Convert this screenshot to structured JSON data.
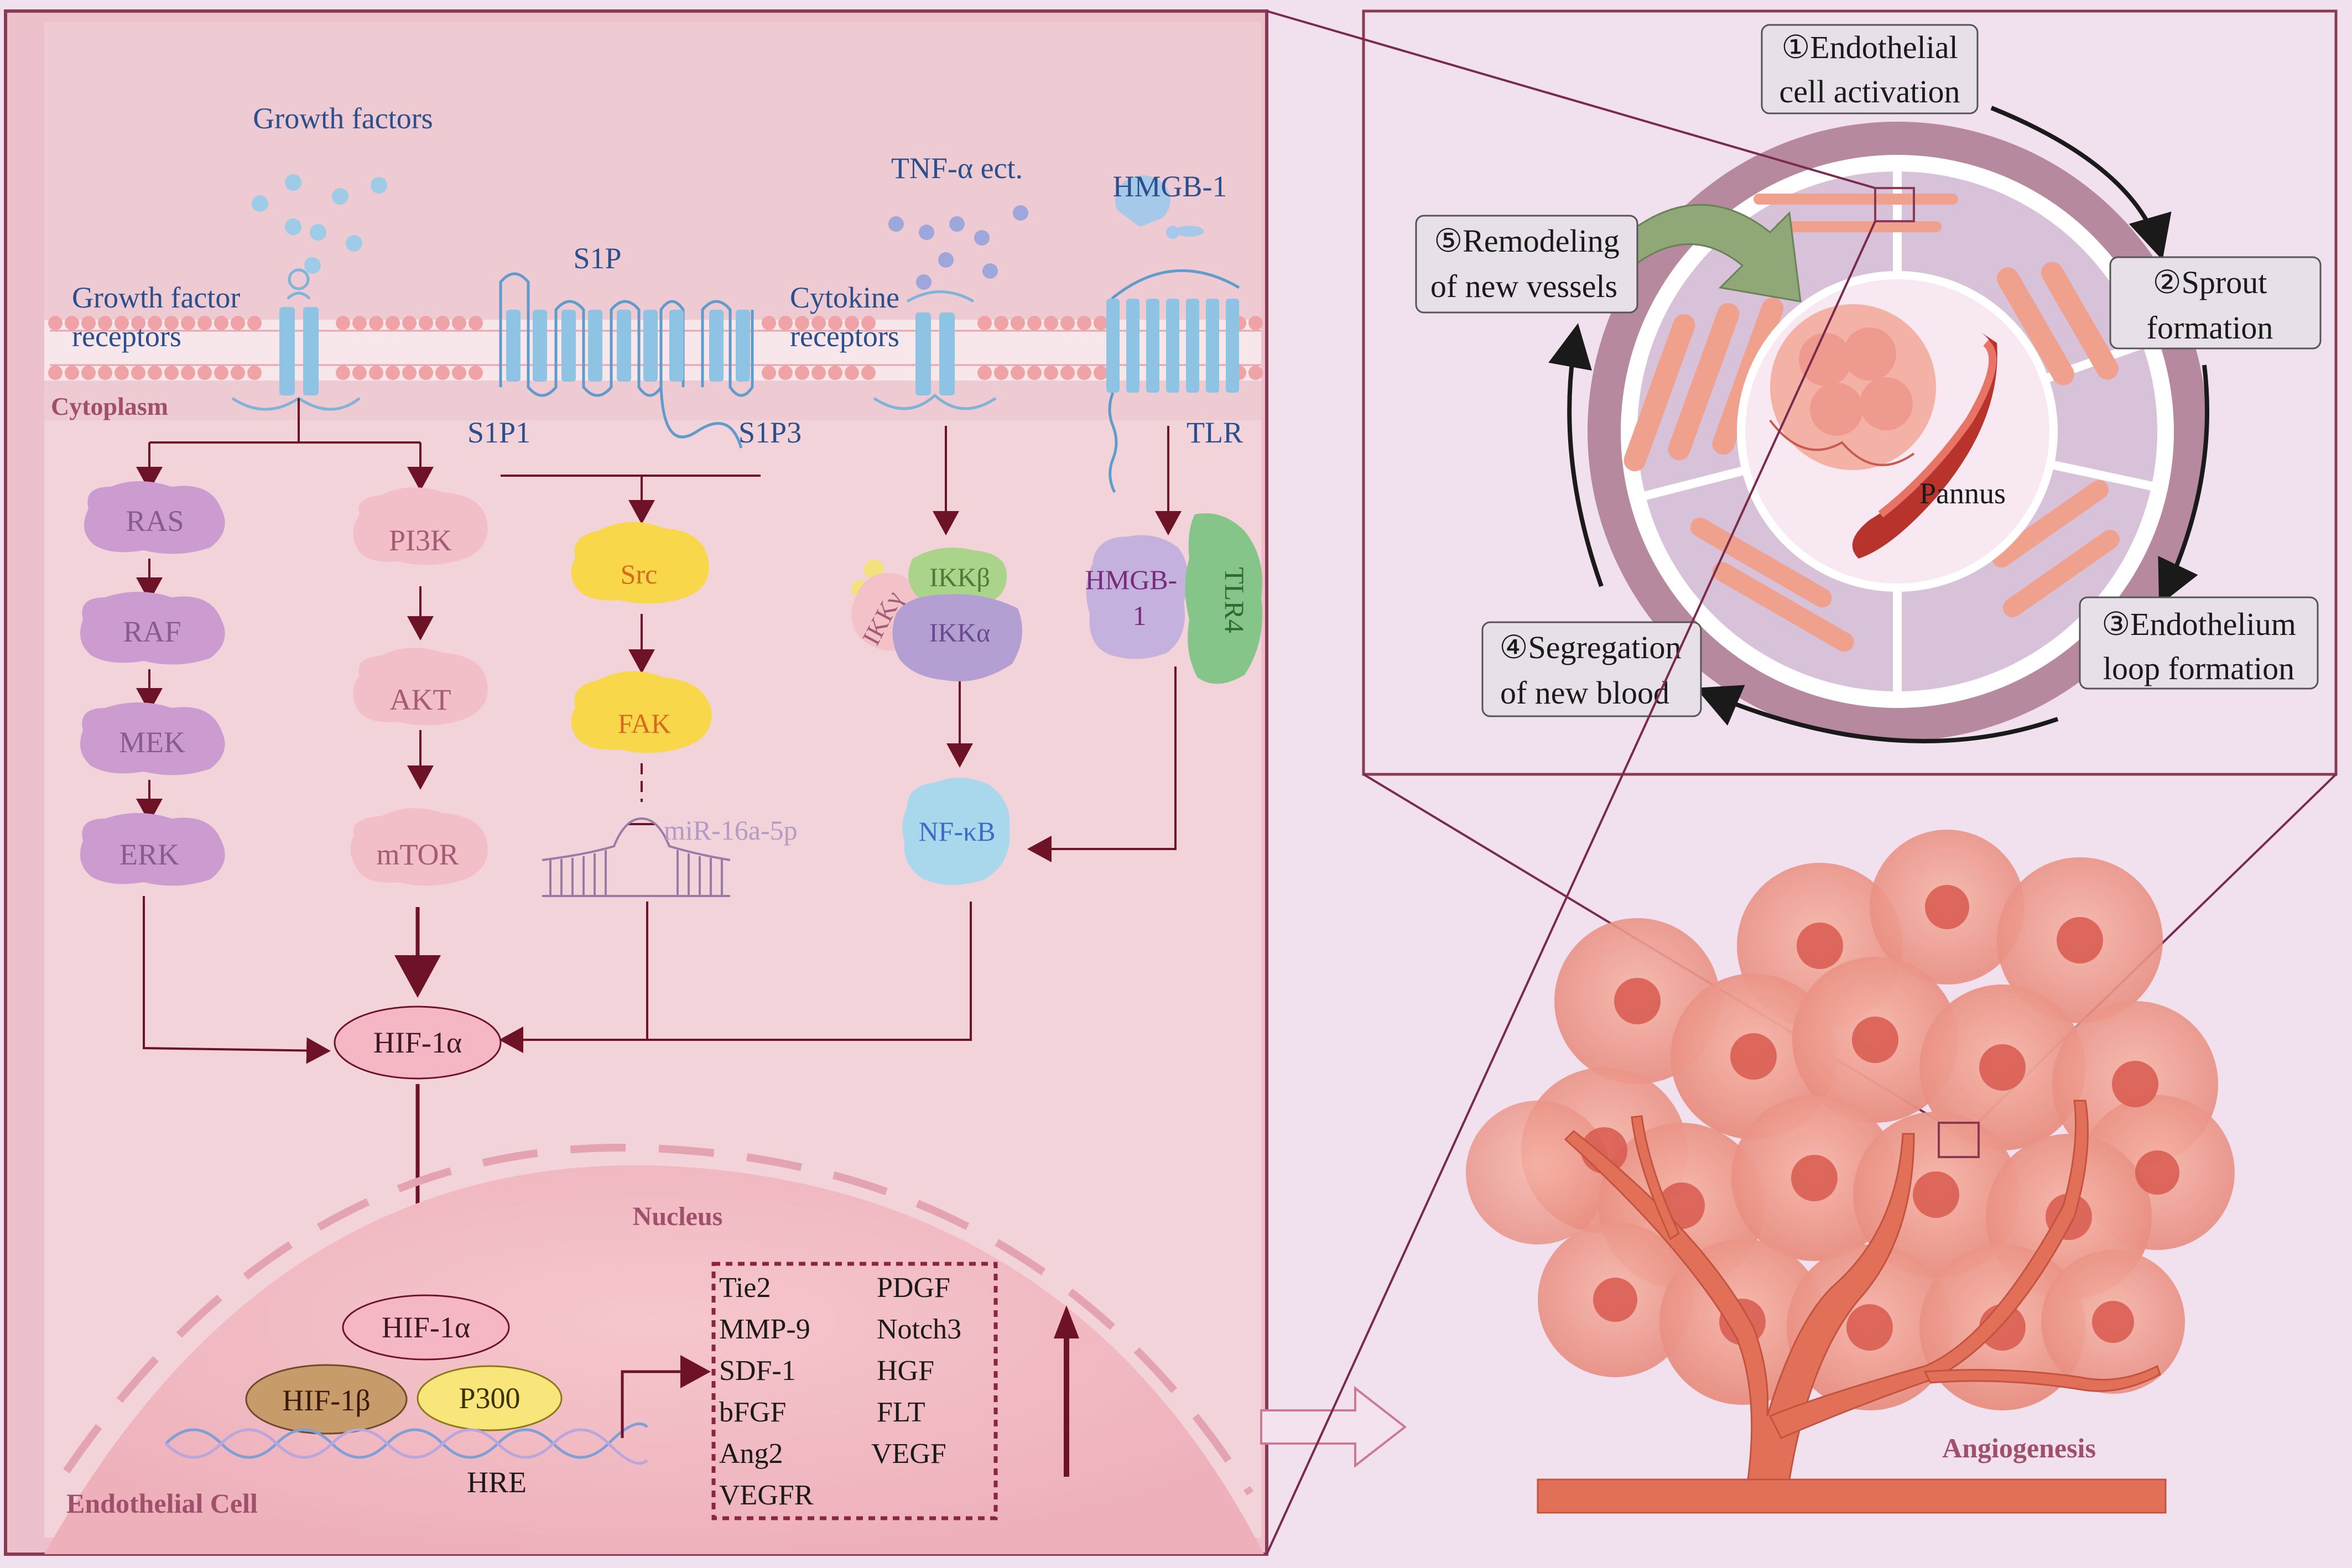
{
  "cell": {
    "growth_factors": "Growth factors",
    "growth_factor_receptors_line1": "Growth factor",
    "growth_factor_receptors_line2": "receptors",
    "cytoplasm": "Cytoplasm",
    "s1p": "S1P",
    "s1p1": "S1P1",
    "s1p3": "S1P3",
    "tnf": "TNF-α ect.",
    "cytokine_receptors_line1": "Cytokine",
    "cytokine_receptors_line2": "receptors",
    "hmgb1_top": "HMGB-1",
    "tlr": "TLR",
    "ras": "RAS",
    "raf": "RAF",
    "mek": "MEK",
    "erk": "ERK",
    "pi3k": "PI3K",
    "akt": "AKT",
    "mtor": "mTOR",
    "src": "Src",
    "fak": "FAK",
    "mir": "miR-16a-5p",
    "ikkg": "IKKγ",
    "ikkb": "IKKβ",
    "ikka": "IKKα",
    "hmgb_blob_line1": "HMGB-",
    "hmgb_blob_line2": "1",
    "tlr4": "TLR4",
    "nfkb": "NF-κB",
    "hif1a": "HIF-1α",
    "nucleus": "Nucleus",
    "hif1a_nuc": "HIF-1α",
    "hif1b": "HIF-1β",
    "p300": "P300",
    "hre": "HRE",
    "endothelial_cell": "Endothelial Cell",
    "genes_left": [
      "Tie2",
      "MMP-9",
      "SDF-1",
      "bFGF",
      "Ang2",
      "VEGFR"
    ],
    "genes_right": [
      "PDGF",
      "Notch3",
      "HGF",
      "FLT",
      "VEGF"
    ]
  },
  "cycle": {
    "step1_line1": "①Endothelial",
    "step1_line2": "cell activation",
    "step2_line1": "②Sprout",
    "step2_line2": "formation",
    "step3_line1": "③Endothelium",
    "step3_line2": "loop formation",
    "step4_line1": "④Segregation",
    "step4_line2": "of new blood",
    "step5_line1": "⑤Remodeling",
    "step5_line2": "of new vessels",
    "pannus": "Pannus"
  },
  "angiogenesis": {
    "label": "Angiogenesis"
  },
  "colors": {
    "cell_bg": "#eec6d0",
    "receptor_blue": "#8fc3e4",
    "text_blue": "#2b4f8c",
    "maroon": "#6e1327",
    "kinase_purple": "#cc9bcf",
    "kinase_pink": "#f2bfc9",
    "src_yellow": "#f8d84a",
    "nfkb_blue": "#a9d8ec",
    "tlr4_green": "#86c58a",
    "ellipse_pink": "#f5b7c4",
    "hif1b_tan": "#c89b6b",
    "p300_yellow": "#f8e67a",
    "tumor_salmon": "#ee9a8e",
    "vessel_orange": "#e27058"
  }
}
